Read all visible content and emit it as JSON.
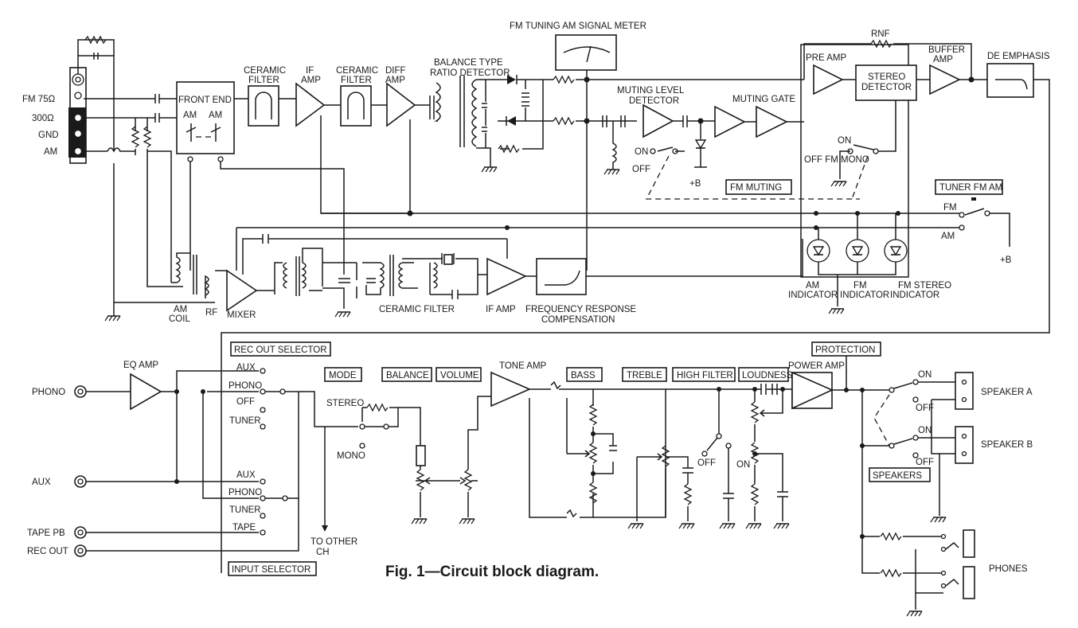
{
  "figure": {
    "caption": "Fig. 1—Circuit block diagram."
  },
  "tuner": {
    "inputs": [
      "FM 75Ω",
      "300Ω",
      "GND",
      "AM"
    ],
    "front_end": "FRONT END",
    "am_label_1": "AM",
    "am_label_2": "AM",
    "ceramic_filter": "CERAMIC",
    "ceramic_filter_2": "FILTER",
    "if_amp_1": "IF",
    "if_amp_2": "AMP",
    "diff_amp_1": "DIFF",
    "diff_amp_2": "AMP",
    "ratio_detector_1": "BALANCE TYPE",
    "ratio_detector_2": "RATIO DETECTOR",
    "meter": "FM TUNING AM SIGNAL METER",
    "rnf": "RNF",
    "pre_amp": "PRE AMP",
    "stereo_detector_1": "STEREO",
    "stereo_detector_2": "DETECTOR",
    "buffer_amp_1": "BUFFER",
    "buffer_amp_2": "AMP",
    "de_emphasis": "DE EMPHASIS",
    "muting_level_1": "MUTING LEVEL",
    "muting_level_2": "DETECTOR",
    "muting_gate": "MUTING GATE",
    "fm_muting": "FM MUTING",
    "muting_on": "ON",
    "muting_off": "OFF",
    "plus_b": "+B",
    "mono_on": "ON",
    "mono_off": "OFF FM MONO",
    "tuner_fm_am": "TUNER FM AM",
    "fm": "FM",
    "am": "AM",
    "am_coil_1": "AM",
    "am_coil_2": "COIL",
    "rf": "RF",
    "mixer": "MIXER",
    "ceramic_filter_am": "CERAMIC FILTER",
    "if_amp_am": "IF AMP",
    "freq_comp_1": "FREQUENCY RESPONSE",
    "freq_comp_2": "COMPENSATION",
    "am_ind_1": "AM",
    "am_ind_2": "INDICATOR",
    "fm_ind_1": "FM",
    "fm_ind_2": "INDICATOR",
    "fm_st_ind_1": "FM STEREO",
    "fm_st_ind_2": "INDICATOR"
  },
  "amp": {
    "phono": "PHONO",
    "aux": "AUX",
    "tape_pb": "TAPE PB",
    "rec_out": "REC OUT",
    "eq_amp": "EQ AMP",
    "rec_out_selector": "REC OUT SELECTOR",
    "input_selector": "INPUT SELECTOR",
    "sel_top": [
      "AUX",
      "PHONO",
      "OFF",
      "TUNER"
    ],
    "sel_bottom": [
      "AUX",
      "PHONO",
      "TUNER",
      "TAPE"
    ],
    "mode": "MODE",
    "stereo": "STEREO",
    "mono": "MONO",
    "to_other_1": "TO OTHER",
    "to_other_2": "CH",
    "balance": "BALANCE",
    "volume": "VOLUME",
    "tone_amp": "TONE AMP",
    "bass": "BASS",
    "treble": "TREBLE",
    "high_filter": "HIGH FILTER",
    "loudness": "LOUDNESS",
    "power_amp": "POWER AMP",
    "protection": "PROTECTION",
    "hf_off": "OFF",
    "hf_on": "ON",
    "spk_on_a": "ON",
    "spk_off_a": "OFF",
    "spk_on_b": "ON",
    "spk_off_b": "OFF",
    "speaker_a": "SPEAKER A",
    "speaker_b": "SPEAKER B",
    "speakers": "SPEAKERS",
    "phones": "PHONES"
  }
}
